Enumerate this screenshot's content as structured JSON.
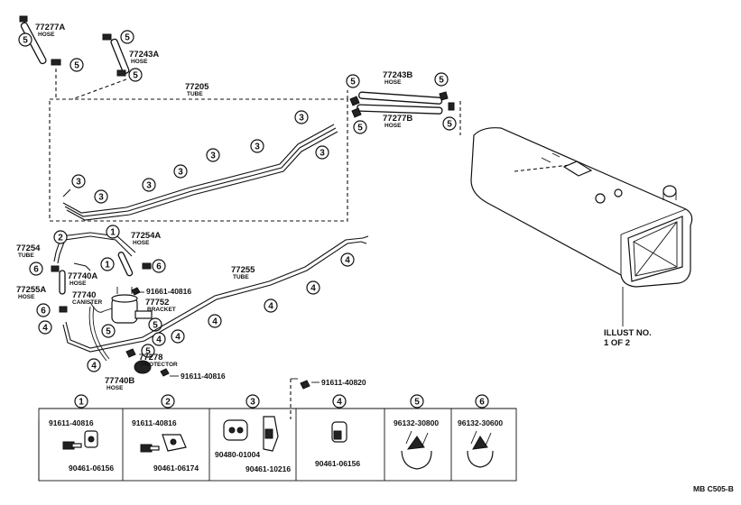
{
  "parts": {
    "hose_77277a": {
      "number": "77277A",
      "name": "HOSE"
    },
    "hose_77243a": {
      "number": "77243A",
      "name": "HOSE"
    },
    "tube_77205": {
      "number": "77205",
      "name": "TUBE"
    },
    "hose_77243b": {
      "number": "77243B",
      "name": "HOSE"
    },
    "hose_77277b": {
      "number": "77277B",
      "name": "HOSE"
    },
    "tube_77254": {
      "number": "77254",
      "name": "TUBE"
    },
    "hose_77254a": {
      "number": "77254A",
      "name": "HOSE"
    },
    "hose_77740a": {
      "number": "77740A",
      "name": "HOSE"
    },
    "hose_77255a": {
      "number": "77255A",
      "name": "HOSE"
    },
    "canister_77740": {
      "number": "77740",
      "name": "CANISTER"
    },
    "bracket_77752": {
      "number": "77752",
      "name": "BRACKET"
    },
    "tube_77255": {
      "number": "77255",
      "name": "TUBE"
    },
    "protector_77278": {
      "number": "77278",
      "name": "PROTECTOR"
    },
    "hose_77740b": {
      "number": "77740B",
      "name": "HOSE"
    }
  },
  "bolts": {
    "upper": "91661-40816",
    "lower": "91611-40816",
    "box_pointer": "91611-40820"
  },
  "callouts": [
    "1",
    "2",
    "3",
    "4",
    "5",
    "6"
  ],
  "illustration_note": {
    "line1": "ILLUST NO.",
    "line2": "1 OF 2"
  },
  "legend_boxes": [
    {
      "num": "1",
      "parts": [
        "91611-40816",
        "90461-06156"
      ]
    },
    {
      "num": "2",
      "parts": [
        "91611-40816",
        "90461-06174"
      ]
    },
    {
      "num": "3",
      "parts": [
        "90480-01004",
        "90461-10216"
      ]
    },
    {
      "num": "4",
      "parts": [
        "90461-06156"
      ]
    },
    {
      "num": "5",
      "parts": [
        "96132-30800"
      ]
    },
    {
      "num": "6",
      "parts": [
        "96132-30600"
      ]
    }
  ],
  "figure_code": "MB  C505-B"
}
